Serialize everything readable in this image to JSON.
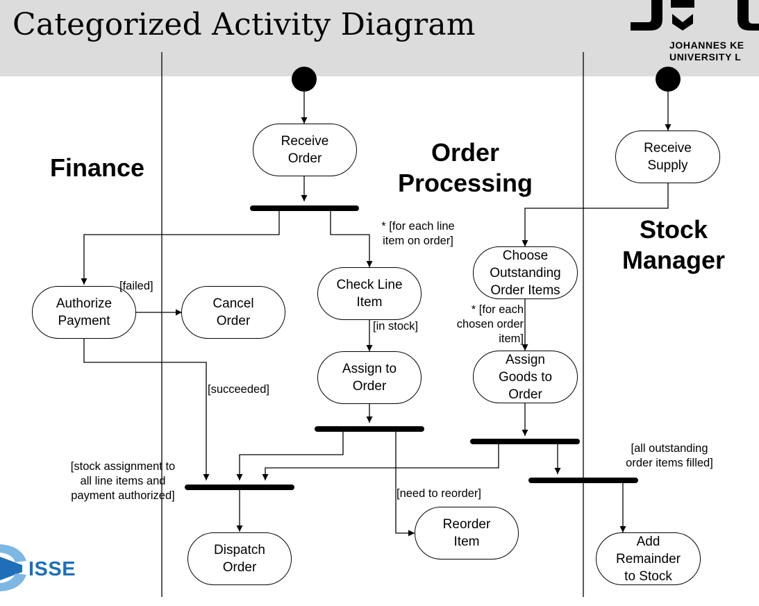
{
  "page": {
    "title": "Categorized Activity Diagram"
  },
  "logos": {
    "jku_line1": "JOHANNES KE",
    "jku_line2": "UNIVERSITY L",
    "isse": "ISSE"
  },
  "lanes": {
    "finance": "Finance",
    "order_processing": "Order\nProcessing",
    "stock_manager": "Stock\nManager"
  },
  "nodes": {
    "receive_order": "Receive\nOrder",
    "receive_supply": "Receive\nSupply",
    "authorize_payment": "Authorize\nPayment",
    "cancel_order": "Cancel\nOrder",
    "check_line_item": "Check Line\nItem",
    "assign_to_order": "Assign to\nOrder",
    "choose_outstanding": "Choose\nOutstanding\nOrder Items",
    "assign_goods": "Assign\nGoods to\nOrder",
    "dispatch_order": "Dispatch\nOrder",
    "reorder_item": "Reorder\nItem",
    "add_remainder": "Add\nRemainder\nto Stock"
  },
  "labels": {
    "for_each_line": "* [for each line\nitem on order]",
    "failed": "[failed]",
    "in_stock": "[in stock]",
    "for_each_chosen": "* [for each\nchosen order\nitem]",
    "succeeded": "[succeeded]",
    "stock_assignment": "[stock assignment to\nall line items and\npayment authorized]",
    "need_reorder": "[need to reorder]",
    "all_outstanding": "[all outstanding\norder items filled]"
  },
  "colors": {
    "header_bg": "#dcdcdc",
    "isse_blue": "#1e6fb8",
    "isse_light": "#7db7e3"
  }
}
